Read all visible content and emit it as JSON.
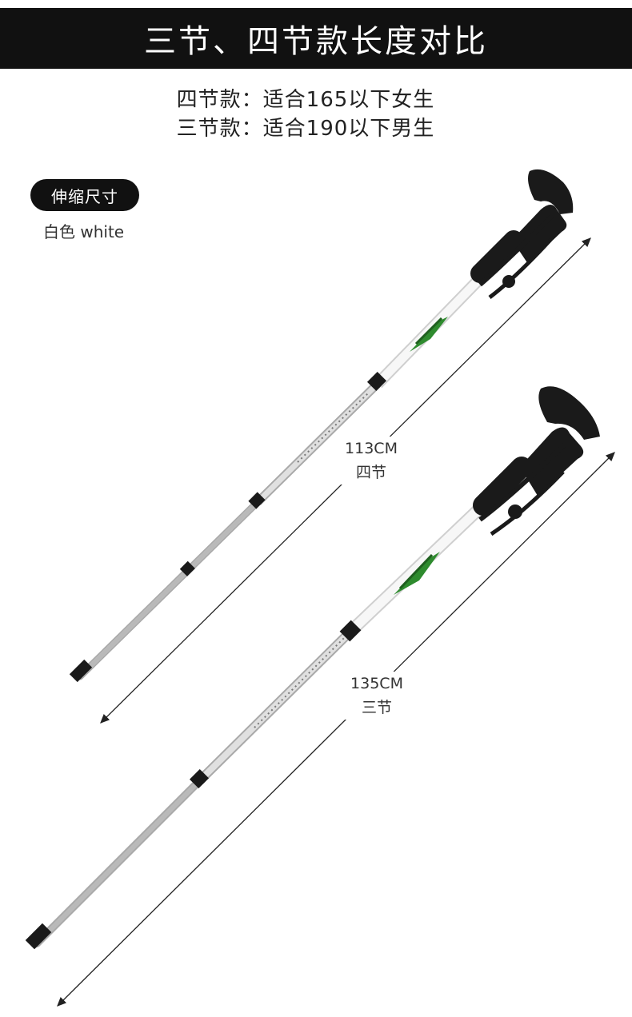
{
  "header": {
    "title": "三节、四节款长度对比"
  },
  "intro": {
    "line1": "四节款：适合165以下女生",
    "line2": "三节款：适合190以下男生"
  },
  "badge": {
    "label": "伸缩尺寸"
  },
  "color_option": {
    "label": "白色 white"
  },
  "poles": [
    {
      "length_label": "113CM",
      "sections_label": "四节"
    },
    {
      "length_label": "135CM",
      "sections_label": "三节"
    }
  ],
  "colors": {
    "title_bg": "#111111",
    "pole_white": "#f4f4f4",
    "pole_silver": "#c8c8c8",
    "grip_black": "#1a1a1a",
    "logo_green": "#2e8b2e"
  }
}
